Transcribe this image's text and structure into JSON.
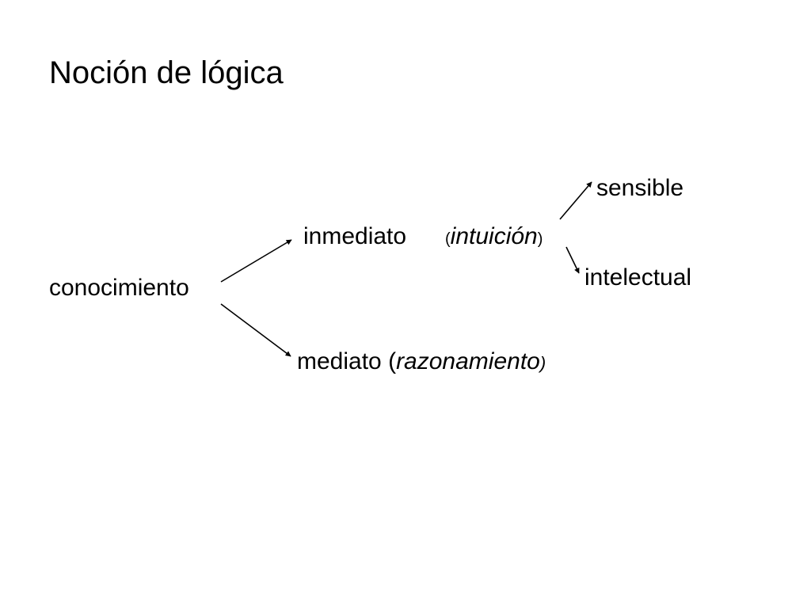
{
  "slide": {
    "title": "Noción de lógica"
  },
  "nodes": {
    "root": "conocimiento",
    "immediate": "inmediato",
    "immediate_open": "(",
    "immediate_note": "intuición",
    "immediate_close": ")",
    "mediate": "mediato",
    "mediate_open": " (",
    "mediate_note": "razonamiento",
    "mediate_close": ")",
    "sensible": "sensible",
    "intellectual": "intelectual"
  },
  "colors": {
    "text": "#000000",
    "background": "#ffffff"
  }
}
